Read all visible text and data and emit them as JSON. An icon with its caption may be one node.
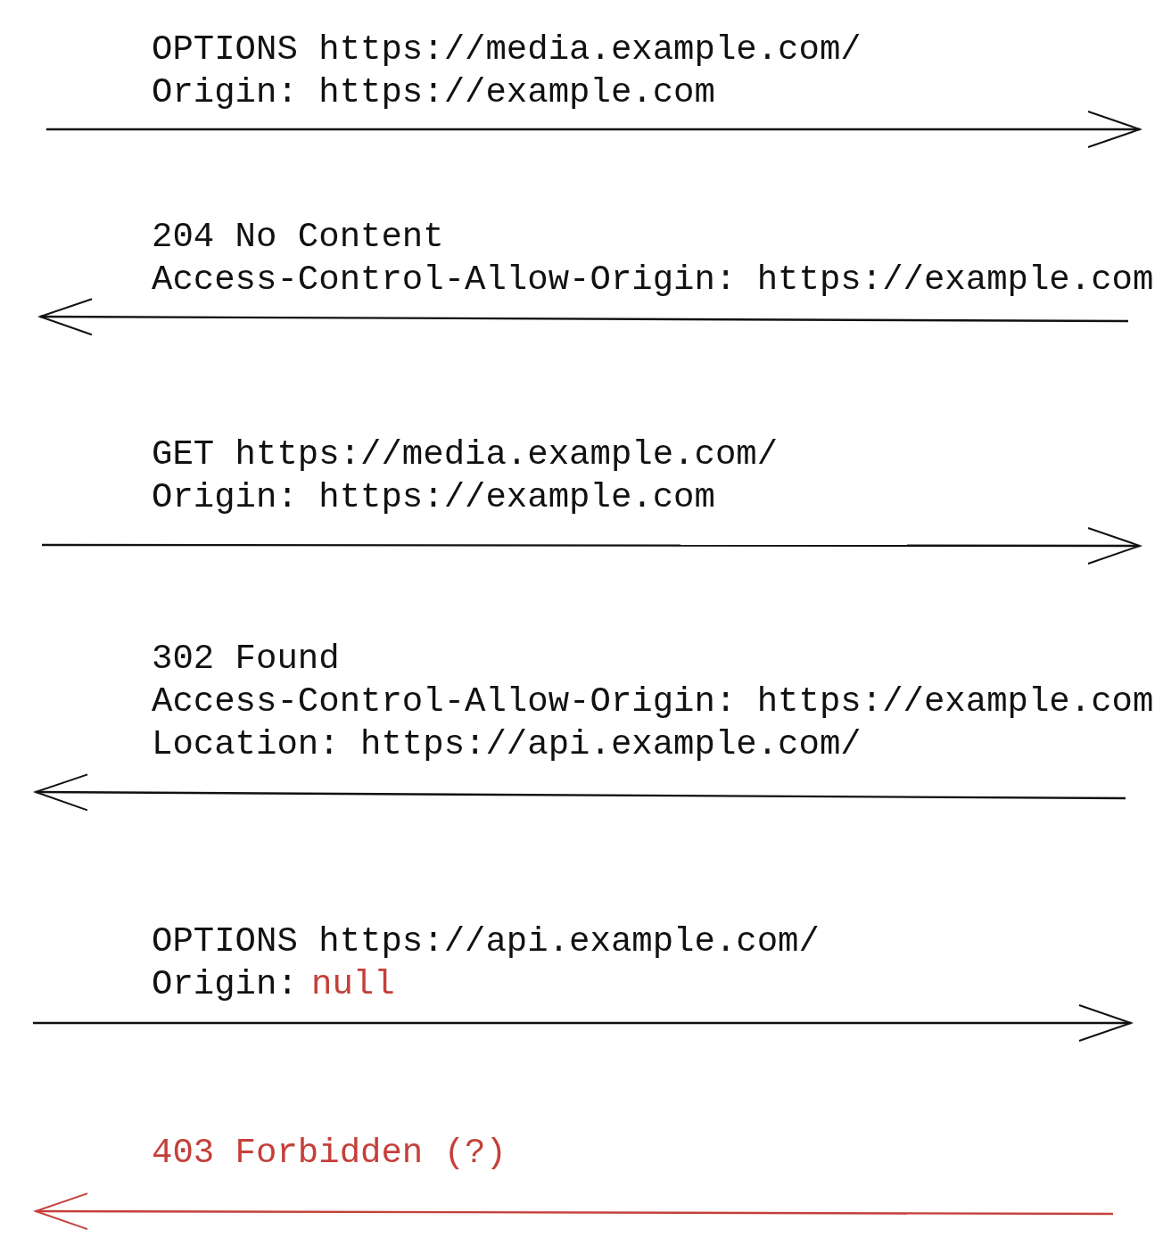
{
  "diagram": {
    "labels": [
      "OPTIONS https://media.example.com/",
      "Origin: https://example.com",
      "204 No Content",
      "Access-Control-Allow-Origin: https://example.com",
      "GET https://media.example.com/",
      "Origin: https://example.com",
      "302 Found",
      "Access-Control-Allow-Origin: https://example.com",
      "Location: https://api.example.com/",
      "OPTIONS https://api.example.com/",
      "Origin:",
      "null",
      "403 Forbidden (?)"
    ]
  }
}
